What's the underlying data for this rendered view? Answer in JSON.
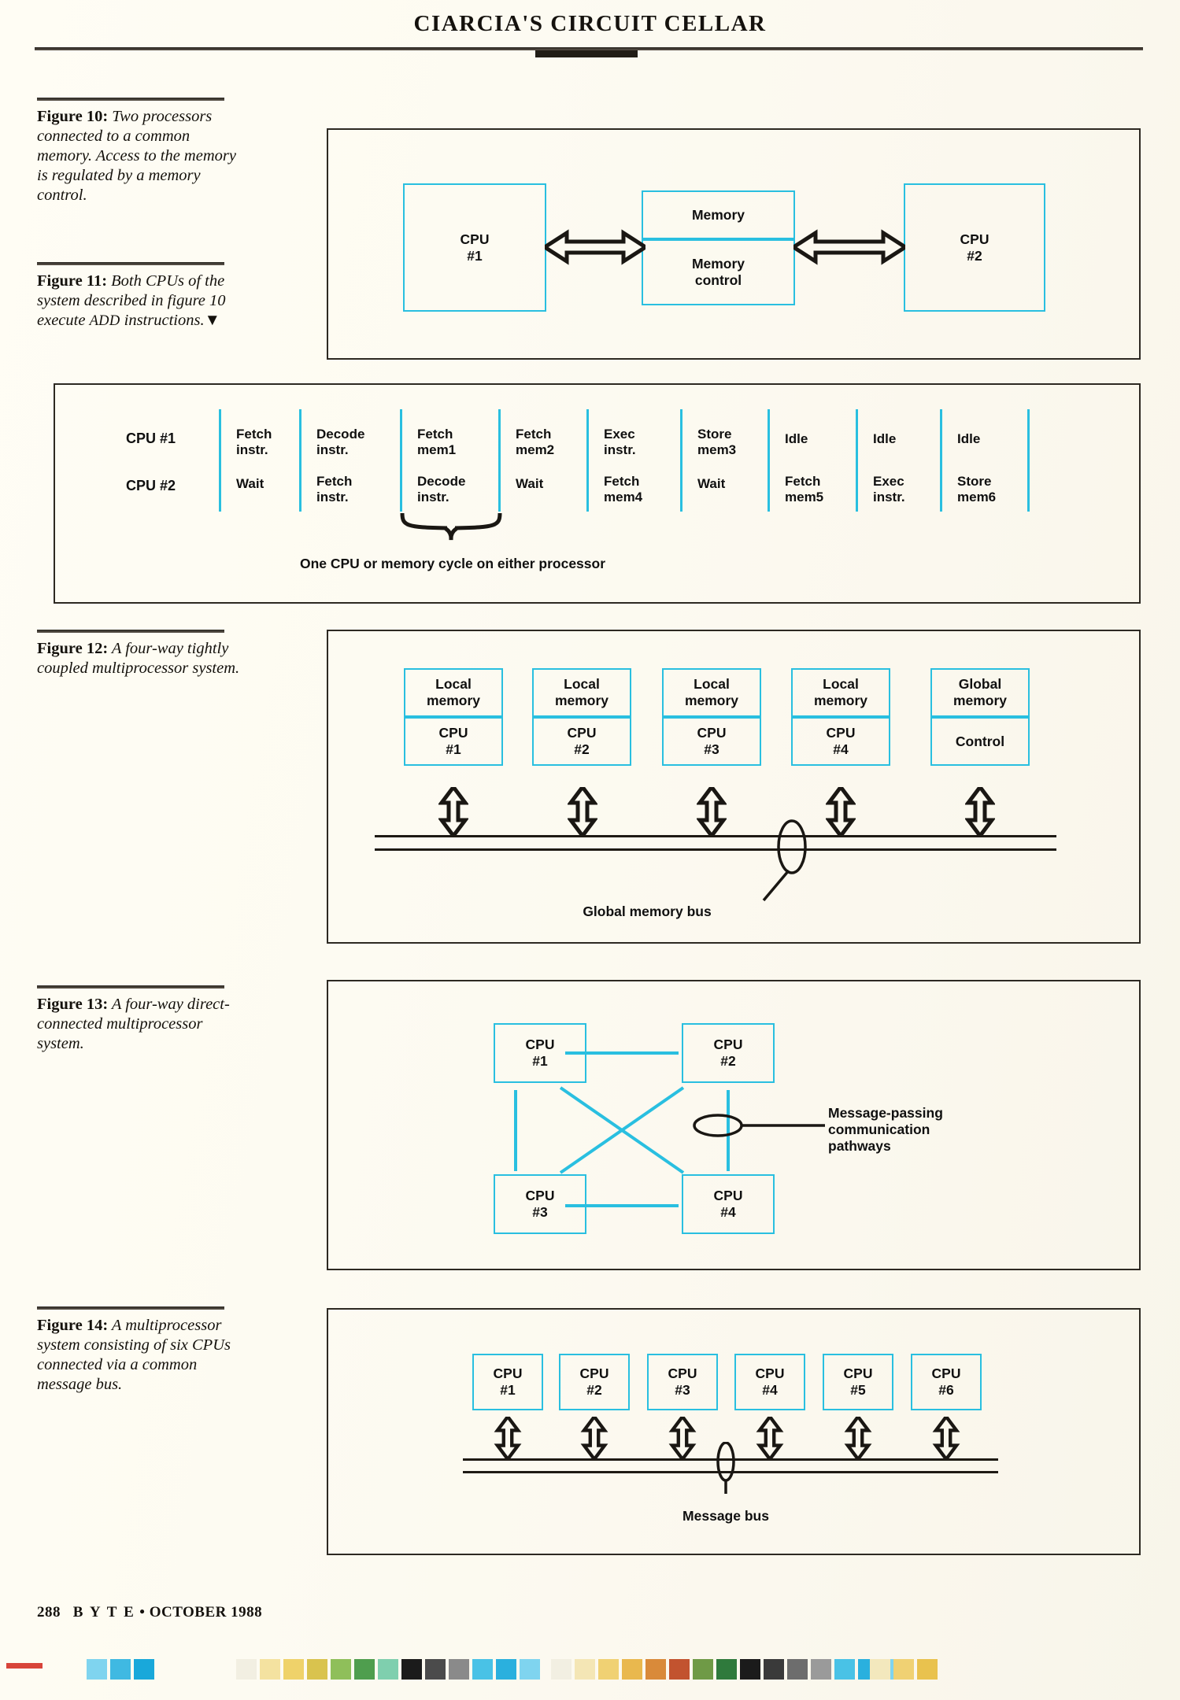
{
  "header": {
    "title": "CIARCIA'S CIRCUIT CELLAR"
  },
  "footer": {
    "page_number": "288",
    "magazine": "B Y T E",
    "separator": "•",
    "issue": "OCTOBER 1988"
  },
  "captions": {
    "fig10": {
      "label": "Figure 10:",
      "text": " Two processors connected to a common memory. Access to the memory is regulated by a memory control."
    },
    "fig11": {
      "label": "Figure 11:",
      "text_a": " Both CPUs of the system described in figure 10 execute ",
      "smallcaps": "ADD",
      "text_b": " instructions.",
      "marker": "▼"
    },
    "fig12": {
      "label": "Figure 12:",
      "text": " A four-way tightly coupled multiprocessor system."
    },
    "fig13": {
      "label": "Figure 13:",
      "text": " A four-way direct-connected multiprocessor system."
    },
    "fig14": {
      "label": "Figure 14:",
      "text": " A multiprocessor system consisting of six CPUs connected via a common message bus."
    }
  },
  "figure10": {
    "cpu1": {
      "l1": "CPU",
      "l2": "#1"
    },
    "memory": {
      "l1": "Memory"
    },
    "memory_control": {
      "l1": "Memory",
      "l2": "control"
    },
    "cpu2": {
      "l1": "CPU",
      "l2": "#2"
    }
  },
  "figure11": {
    "rows": [
      {
        "name": "CPU #1",
        "stages": [
          {
            "l1": "Fetch",
            "l2": "instr."
          },
          {
            "l1": "Decode",
            "l2": "instr."
          },
          {
            "l1": "Fetch",
            "l2": "mem1"
          },
          {
            "l1": "Fetch",
            "l2": "mem2"
          },
          {
            "l1": "Exec",
            "l2": "instr."
          },
          {
            "l1": "Store",
            "l2": "mem3"
          },
          {
            "l1": "Idle",
            "l2": ""
          },
          {
            "l1": "Idle",
            "l2": ""
          },
          {
            "l1": "Idle",
            "l2": ""
          }
        ]
      },
      {
        "name": "CPU #2",
        "stages": [
          {
            "l1": "Wait",
            "l2": ""
          },
          {
            "l1": "Fetch",
            "l2": "instr."
          },
          {
            "l1": "Decode",
            "l2": "instr."
          },
          {
            "l1": "Wait",
            "l2": ""
          },
          {
            "l1": "Fetch",
            "l2": "mem4"
          },
          {
            "l1": "Wait",
            "l2": ""
          },
          {
            "l1": "Fetch",
            "l2": "mem5"
          },
          {
            "l1": "Exec",
            "l2": "instr."
          },
          {
            "l1": "Store",
            "l2": "mem6"
          }
        ]
      }
    ],
    "brace_caption": "One CPU or memory cycle on either processor"
  },
  "figure12": {
    "nodes": [
      {
        "top1": "Local",
        "top2": "memory",
        "bot1": "CPU",
        "bot2": "#1"
      },
      {
        "top1": "Local",
        "top2": "memory",
        "bot1": "CPU",
        "bot2": "#2"
      },
      {
        "top1": "Local",
        "top2": "memory",
        "bot1": "CPU",
        "bot2": "#3"
      },
      {
        "top1": "Local",
        "top2": "memory",
        "bot1": "CPU",
        "bot2": "#4"
      },
      {
        "top1": "Global",
        "top2": "memory",
        "bot1": "Control",
        "bot2": ""
      }
    ],
    "bus_label": "Global memory bus"
  },
  "figure13": {
    "nodes": [
      {
        "l1": "CPU",
        "l2": "#1"
      },
      {
        "l1": "CPU",
        "l2": "#2"
      },
      {
        "l1": "CPU",
        "l2": "#3"
      },
      {
        "l1": "CPU",
        "l2": "#4"
      }
    ],
    "annotation_l1": "Message-passing",
    "annotation_l2": "communication",
    "annotation_l3": "pathways"
  },
  "figure14": {
    "nodes": [
      {
        "l1": "CPU",
        "l2": "#1"
      },
      {
        "l1": "CPU",
        "l2": "#2"
      },
      {
        "l1": "CPU",
        "l2": "#3"
      },
      {
        "l1": "CPU",
        "l2": "#4"
      },
      {
        "l1": "CPU",
        "l2": "#5"
      },
      {
        "l1": "CPU",
        "l2": "#6"
      }
    ],
    "bus_label": "Message bus"
  },
  "colors": {
    "cyan": "#29bfe0",
    "ink": "#1e1a14",
    "paper": "#fdfbf3"
  },
  "calibration_strip": {
    "group1": [
      "#7fd4ef",
      "#3fb9e2",
      "#19a8da"
    ],
    "group2": [
      "#f2efe2",
      "#f4e2a0",
      "#efd26a",
      "#d9c34e",
      "#8fbf5a",
      "#4f9e4e",
      "#7fcfae",
      "#1b1b1b",
      "#4b4b4b",
      "#8a8a8a",
      "#49c2e6",
      "#2ab0de",
      "#7fd4ef"
    ],
    "group3": [
      "#f2efe2",
      "#f4e6b5",
      "#f0d173",
      "#e9b84e",
      "#d98a3a",
      "#c2532f",
      "#6f9a46",
      "#2f7a3c",
      "#1b1b1b",
      "#3a3a3a",
      "#6d6d6d",
      "#9a9a9a",
      "#49c2e6",
      "#2ab0de",
      "#7fd4ef"
    ],
    "group4": [
      "#f3e8bd",
      "#f0d173",
      "#e9c24e"
    ]
  }
}
